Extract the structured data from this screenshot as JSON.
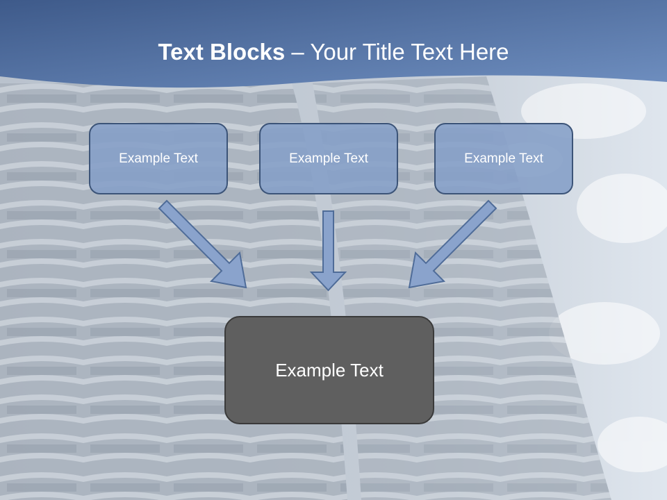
{
  "slide": {
    "title_bold": "Text Blocks",
    "title_dash": " – ",
    "title_rest": "Your Title Text Here",
    "blocks": [
      {
        "label": "Example Text"
      },
      {
        "label": "Example Text"
      },
      {
        "label": "Example Text"
      }
    ],
    "result": {
      "label": "Example Text"
    }
  },
  "colors": {
    "header_top": "#3e5a8a",
    "header_bottom": "#5d7fb3",
    "box_fill": "#86a0c8",
    "box_border": "#3c5478",
    "result_fill": "#5f5f5f",
    "arrow_fill": "#8aa3cc"
  },
  "icons": [
    "arrow-down-right-icon",
    "arrow-down-icon",
    "arrow-down-left-icon"
  ]
}
